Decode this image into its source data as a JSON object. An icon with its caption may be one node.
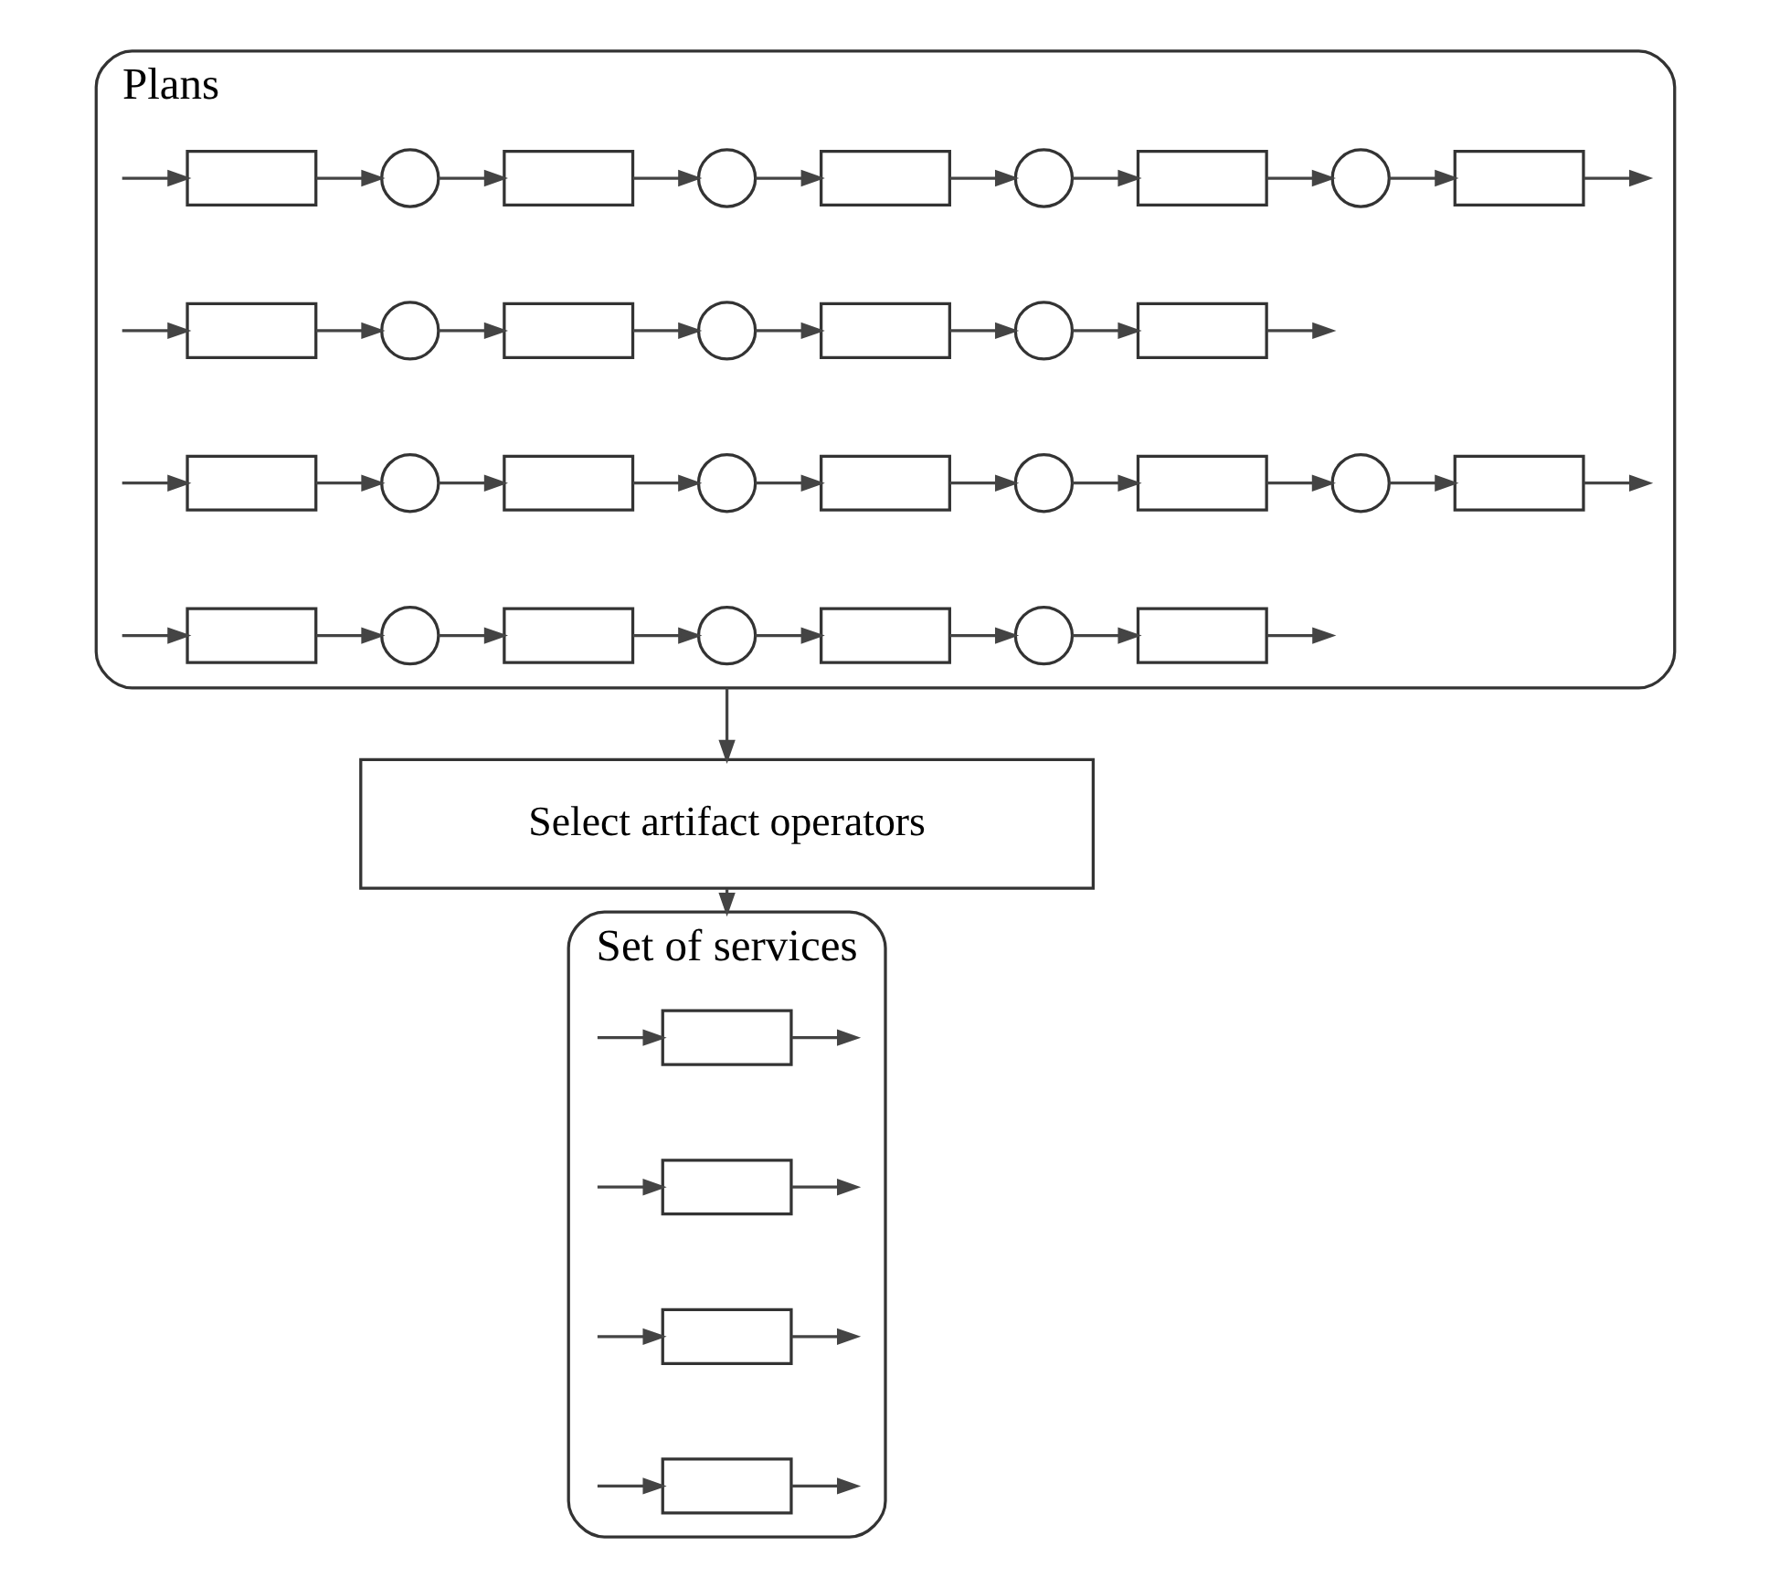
{
  "diagram": {
    "nodes": [
      {
        "text": [
          "Plans"
        ]
      },
      {
        "text": [],
        "shape": "box",
        "in": 0
      },
      {
        "text": [],
        "shape": "circle",
        "in": 0
      },
      {
        "text": [],
        "shape": "box",
        "in": 0
      },
      {
        "text": [],
        "shape": "circle",
        "in": 0
      },
      {
        "text": [],
        "shape": "box",
        "in": 0
      },
      {
        "text": [],
        "shape": "circle",
        "in": 0
      },
      {
        "text": [],
        "shape": "box",
        "in": 0
      },
      {
        "text": [],
        "shape": "circle",
        "in": 0
      },
      {
        "text": [],
        "shape": "box",
        "in": 0
      },
      {
        "text": [],
        "shape": "box",
        "in": 0
      },
      {
        "text": [],
        "shape": "circle",
        "in": 0
      },
      {
        "text": [],
        "shape": "box",
        "in": 0
      },
      {
        "text": [],
        "shape": "circle",
        "in": 0
      },
      {
        "text": [],
        "shape": "box",
        "in": 0
      },
      {
        "text": [],
        "shape": "circle",
        "in": 0
      },
      {
        "text": [],
        "shape": "box",
        "in": 0
      },
      {
        "text": [],
        "shape": "box",
        "in": 0
      },
      {
        "text": [],
        "shape": "circle",
        "in": 0
      },
      {
        "text": [],
        "shape": "box",
        "in": 0
      },
      {
        "text": [],
        "shape": "circle",
        "in": 0
      },
      {
        "text": [],
        "shape": "box",
        "in": 0
      },
      {
        "text": [],
        "shape": "circle",
        "in": 0
      },
      {
        "text": [],
        "shape": "box",
        "in": 0
      },
      {
        "text": [],
        "shape": "circle",
        "in": 0
      },
      {
        "text": [],
        "shape": "box",
        "in": 0
      },
      {
        "text": [],
        "shape": "box",
        "in": 0
      },
      {
        "text": [],
        "shape": "circle",
        "in": 0
      },
      {
        "text": [],
        "shape": "box",
        "in": 0
      },
      {
        "text": [],
        "shape": "circle",
        "in": 0
      },
      {
        "text": [],
        "shape": "box",
        "in": 0
      },
      {
        "text": [],
        "shape": "circle",
        "in": 0
      },
      {
        "text": [],
        "shape": "box",
        "in": 0
      },
      {
        "text": [
          "Select artifact operators"
        ]
      },
      {
        "text": [
          "Set of services"
        ]
      },
      {
        "text": [],
        "shape": "box",
        "in": 34
      },
      {
        "text": [],
        "shape": "box",
        "in": 34
      },
      {
        "text": [],
        "shape": "box",
        "in": 34
      },
      {
        "text": [],
        "shape": "box",
        "in": 34
      }
    ],
    "edges": [
      {
        "from": null,
        "to": 1,
        "arrow": "to"
      },
      {
        "from": 1,
        "to": 2,
        "arrow": "to"
      },
      {
        "from": 2,
        "to": 3,
        "arrow": "to"
      },
      {
        "from": 3,
        "to": 4,
        "arrow": "to"
      },
      {
        "from": 4,
        "to": 5,
        "arrow": "to"
      },
      {
        "from": 5,
        "to": 6,
        "arrow": "to"
      },
      {
        "from": 6,
        "to": 7,
        "arrow": "to"
      },
      {
        "from": 7,
        "to": 8,
        "arrow": "to"
      },
      {
        "from": 8,
        "to": 9,
        "arrow": "to"
      },
      {
        "from": 9,
        "to": null,
        "arrow": "to"
      },
      {
        "from": null,
        "to": 10,
        "arrow": "to"
      },
      {
        "from": 10,
        "to": 11,
        "arrow": "to"
      },
      {
        "from": 11,
        "to": 12,
        "arrow": "to"
      },
      {
        "from": 12,
        "to": 13,
        "arrow": "to"
      },
      {
        "from": 13,
        "to": 14,
        "arrow": "to"
      },
      {
        "from": 14,
        "to": 15,
        "arrow": "to"
      },
      {
        "from": 15,
        "to": 16,
        "arrow": "to"
      },
      {
        "from": 16,
        "to": null,
        "arrow": "to"
      },
      {
        "from": null,
        "to": 17,
        "arrow": "to"
      },
      {
        "from": 17,
        "to": 18,
        "arrow": "to"
      },
      {
        "from": 18,
        "to": 19,
        "arrow": "to"
      },
      {
        "from": 19,
        "to": 20,
        "arrow": "to"
      },
      {
        "from": 20,
        "to": 21,
        "arrow": "to"
      },
      {
        "from": 21,
        "to": 22,
        "arrow": "to"
      },
      {
        "from": 22,
        "to": 23,
        "arrow": "to"
      },
      {
        "from": 23,
        "to": 24,
        "arrow": "to"
      },
      {
        "from": 24,
        "to": 25,
        "arrow": "to"
      },
      {
        "from": 25,
        "to": null,
        "arrow": "to"
      },
      {
        "from": null,
        "to": 26,
        "arrow": "to"
      },
      {
        "from": 26,
        "to": 27,
        "arrow": "to"
      },
      {
        "from": 27,
        "to": 28,
        "arrow": "to"
      },
      {
        "from": 28,
        "to": 29,
        "arrow": "to"
      },
      {
        "from": 29,
        "to": 30,
        "arrow": "to"
      },
      {
        "from": 30,
        "to": 31,
        "arrow": "to"
      },
      {
        "from": 31,
        "to": 32,
        "arrow": "to"
      },
      {
        "from": 32,
        "to": null,
        "arrow": "to"
      },
      {
        "from": 0,
        "to": 33,
        "arrow": "to"
      },
      {
        "from": 33,
        "to": 34,
        "arrow": "to"
      },
      {
        "from": null,
        "to": 35,
        "arrow": "to"
      },
      {
        "from": 35,
        "to": null,
        "arrow": "to"
      },
      {
        "from": null,
        "to": 36,
        "arrow": "to"
      },
      {
        "from": 36,
        "to": null,
        "arrow": "to"
      },
      {
        "from": null,
        "to": 37,
        "arrow": "to"
      },
      {
        "from": 37,
        "to": null,
        "arrow": "to"
      },
      {
        "from": null,
        "to": 38,
        "arrow": "to"
      },
      {
        "from": 38,
        "to": null,
        "arrow": "to"
      }
    ]
  }
}
